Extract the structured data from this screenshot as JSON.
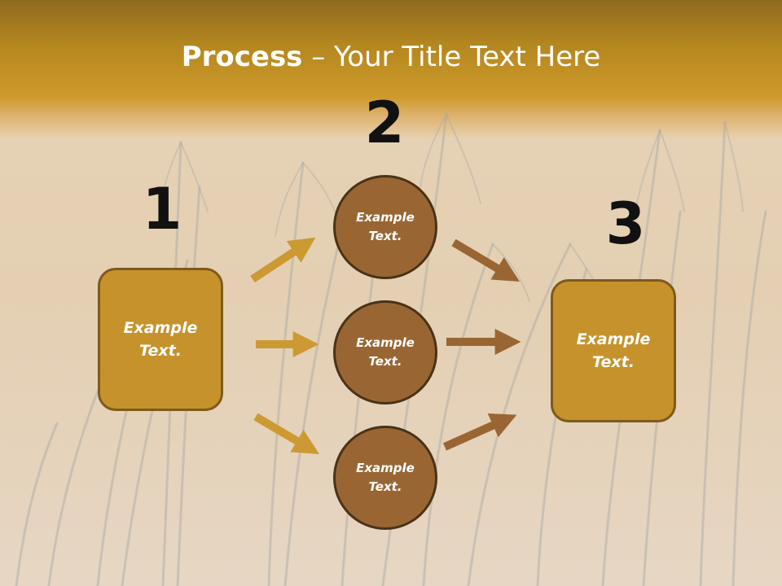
{
  "title": {
    "bold": "Process",
    "rest": " – Your Title Text Here"
  },
  "steps": [
    "1",
    "2",
    "3"
  ],
  "left_box": {
    "text": "Example\nText."
  },
  "right_box": {
    "text": "Example\nText."
  },
  "circles": [
    {
      "text": "Example\nText."
    },
    {
      "text": "Example\nText."
    },
    {
      "text": "Example\nText."
    }
  ],
  "colors": {
    "header": "#c8952b",
    "box_fill": "#c6922b",
    "circle_fill": "#996633",
    "arrow_gold": "#cc9933",
    "arrow_brown": "#996633"
  }
}
